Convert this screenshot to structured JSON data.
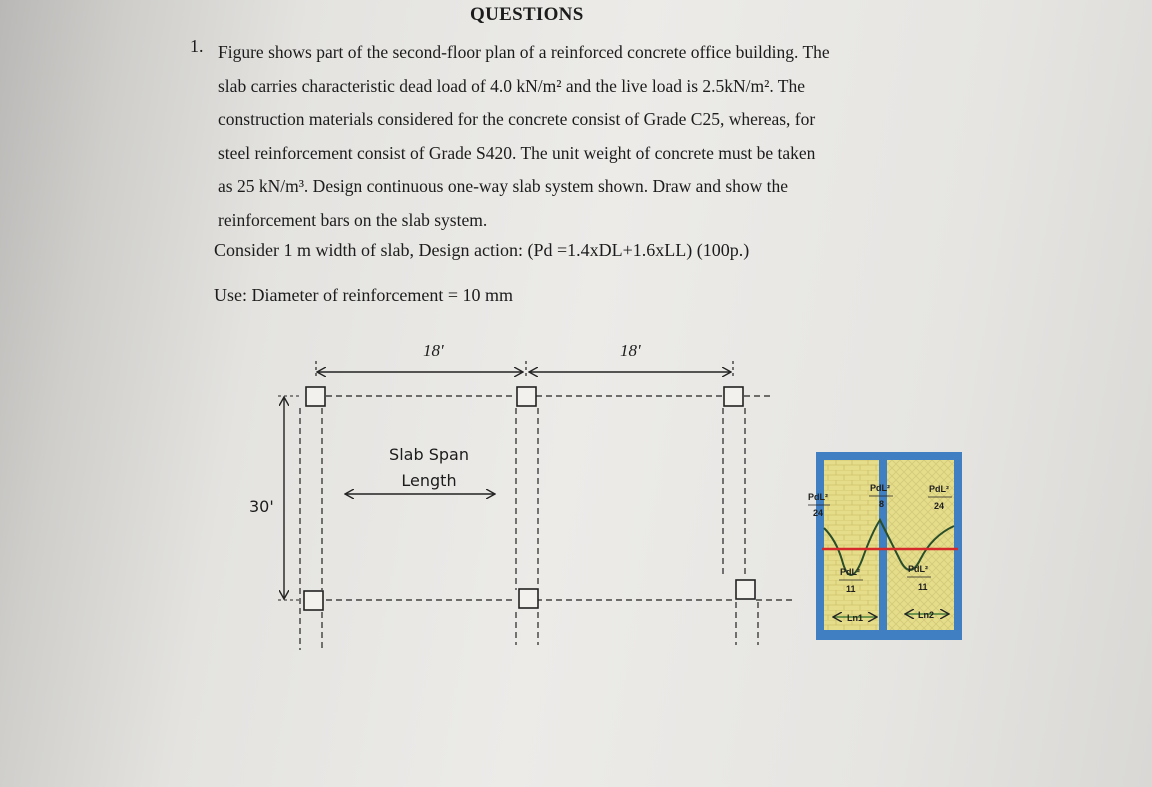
{
  "header": {
    "title": "QUESTIONS"
  },
  "question": {
    "number": "1.",
    "lines": [
      "Figure shows part of the second-floor plan of a reinforced concrete office building. The",
      "slab carries characteristic dead load of 4.0 kN/m² and the live load is 2.5kN/m². The",
      "construction materials considered for the concrete consist of Grade C25, whereas, for",
      "steel reinforcement consist of Grade S420. The unit weight of concrete must be taken",
      "as 25 kN/m³. Design continuous one-way slab system shown. Draw and show the",
      "reinforcement bars on the slab system."
    ],
    "consider": "Consider 1 m width of slab, Design action: (Pd =1.4xDL+1.6xLL) (100p.)",
    "use": "Use: Diameter of reinforcement = 10 mm"
  },
  "plan": {
    "span_left": "18'",
    "span_right": "18'",
    "height_dim": "30'",
    "slab_label_line1": "Slab Span",
    "slab_label_line2": "Length"
  },
  "moment_diagram": {
    "coef_left_top": "PdL²",
    "coef_left_bot": "24",
    "coef_mid_top": "PdL²",
    "coef_mid_bot": "8",
    "coef_right_top": "PdL²",
    "coef_right_bot": "24",
    "coef_span1_top": "PdL²",
    "coef_span1_bot": "11",
    "coef_span2_top": "PdL²",
    "coef_span2_bot": "11",
    "span1_label": "Ln1",
    "span2_label": "Ln2",
    "colors": {
      "frame": "#3f7fc2",
      "fill": "#e6dd8a",
      "moment_line": "#d62a2a"
    }
  }
}
